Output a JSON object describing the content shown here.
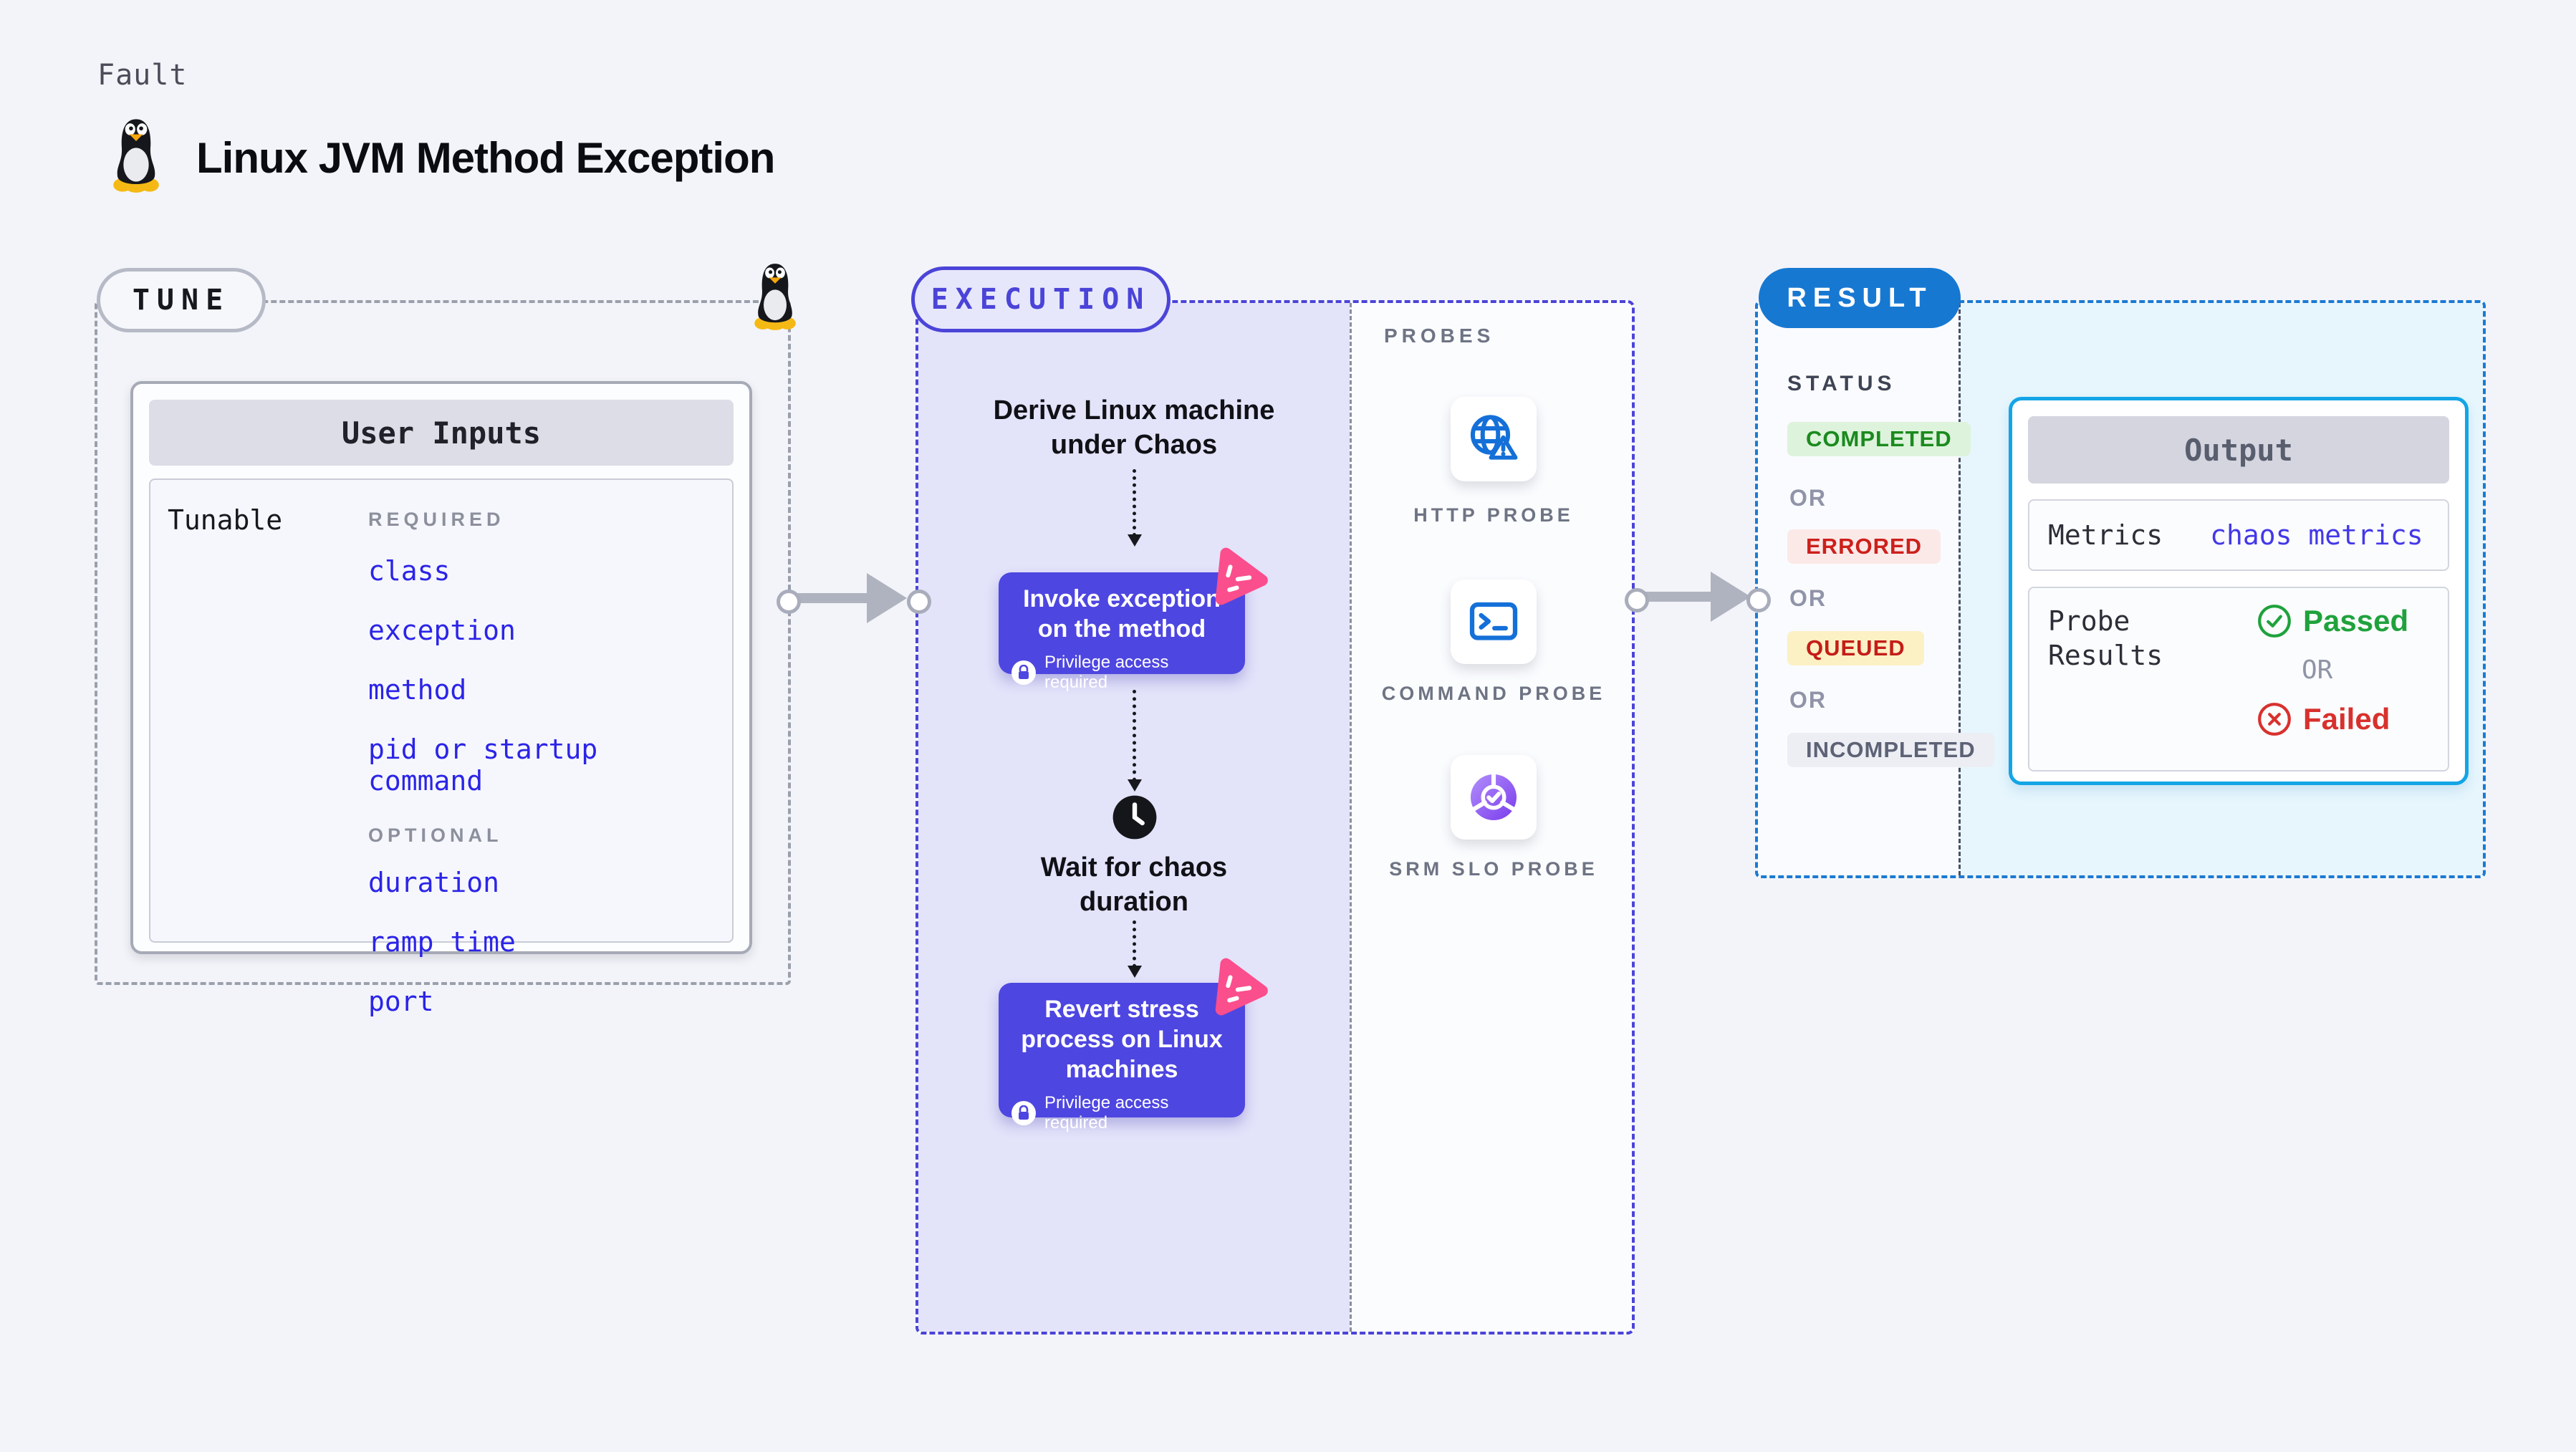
{
  "header": {
    "kicker": "Fault",
    "title": "Linux JVM Method Exception",
    "title_icon": "tux-penguin-icon"
  },
  "tune": {
    "badge": "TUNE",
    "card": {
      "title": "User Inputs",
      "row_label": "Tunable",
      "required_label": "REQUIRED",
      "required_items": [
        "class",
        "exception",
        "method",
        "pid or startup command"
      ],
      "optional_label": "OPTIONAL",
      "optional_items": [
        "duration",
        "ramp time",
        "port"
      ]
    }
  },
  "execution": {
    "badge": "EXECUTION",
    "derive_label": "Derive Linux machine under Chaos",
    "invoke_node": {
      "title": "Invoke exception on the method",
      "badge": "Privilege access required"
    },
    "wait_label": "Wait for chaos duration",
    "revert_node": {
      "title": "Revert stress process on Linux machines",
      "badge": "Privilege access required"
    }
  },
  "probes": {
    "heading": "PROBES",
    "items": [
      {
        "label": "HTTP PROBE",
        "icon": "globe-alert-icon"
      },
      {
        "label": "COMMAND PROBE",
        "icon": "terminal-icon"
      },
      {
        "label": "SRM SLO PROBE",
        "icon": "slo-gauge-icon"
      }
    ]
  },
  "result": {
    "badge": "RESULT",
    "status_heading": "STATUS",
    "or_label": "OR",
    "statuses": [
      {
        "label": "COMPLETED",
        "fg": "#1b8a1e",
        "bg": "#ddf3dc"
      },
      {
        "label": "ERRORED",
        "fg": "#cc201b",
        "bg": "#fbe9e8"
      },
      {
        "label": "QUEUED",
        "fg": "#c41d17",
        "bg": "#fcf0c5"
      },
      {
        "label": "INCOMPLETED",
        "fg": "#5d6275",
        "bg": "#eceef4"
      }
    ],
    "output": {
      "title": "Output",
      "metrics_label": "Metrics",
      "metrics_link": "chaos metrics",
      "probe_results_label": "Probe Results",
      "passed_label": "Passed",
      "or_label": "OR",
      "failed_label": "Failed"
    }
  },
  "colors": {
    "page_bg": "#f3f4f9",
    "accent_indigo": "#4b44d8",
    "node_indigo": "#4e46e0",
    "execution_panel": "#e3e3fa",
    "result_blue": "#1778d2",
    "output_border": "#14a5e6",
    "output_panel": "#e7f6fd",
    "link_blue": "#2b24e8",
    "chaos_pink": "#fb4e8c",
    "passed_green": "#1fa23c",
    "failed_red": "#d8312d",
    "arrow_gray": "#afb3bf"
  }
}
